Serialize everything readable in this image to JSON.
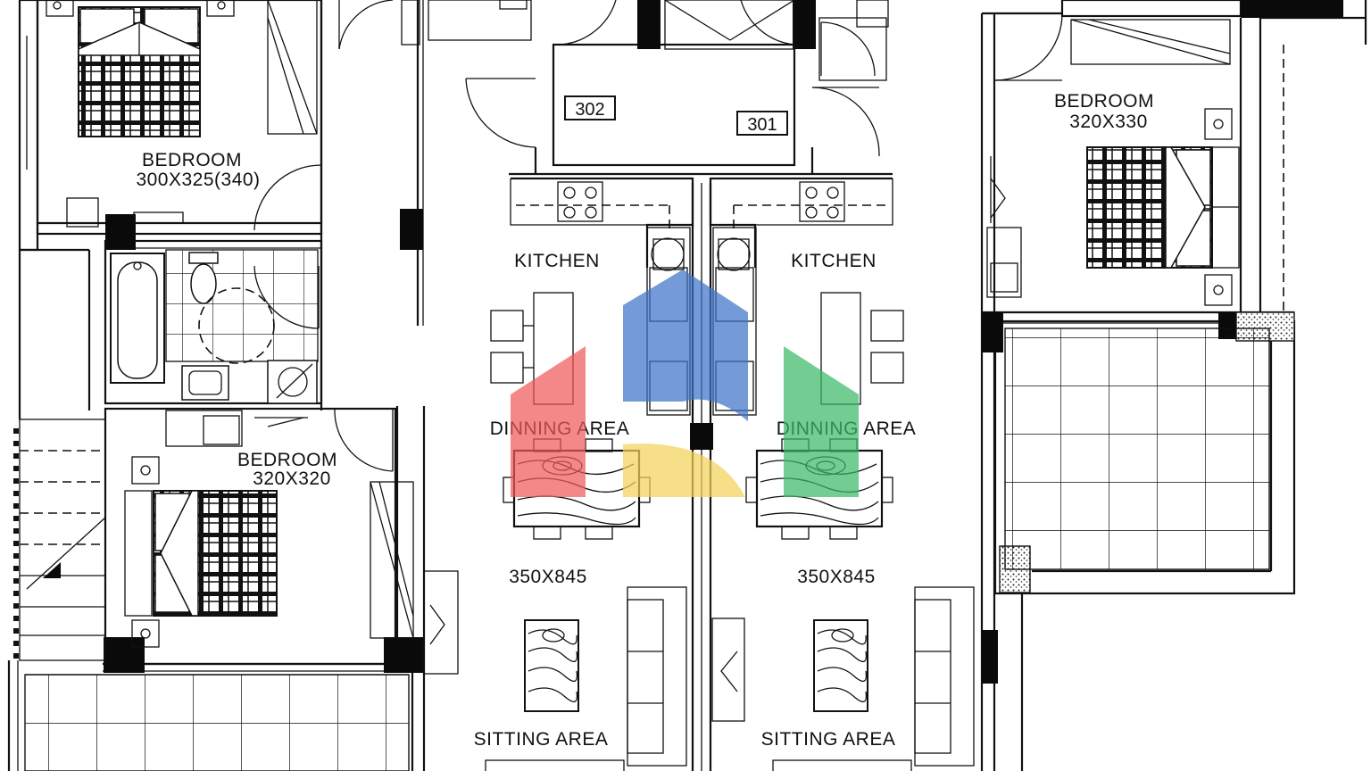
{
  "rooms": {
    "bedroom_top_left": {
      "name": "BEDROOM",
      "size": "300X325(340)"
    },
    "bedroom_mid_left": {
      "name": "BEDROOM",
      "size": "320X320"
    },
    "bedroom_right": {
      "name": "BEDROOM",
      "size": "320X330"
    },
    "kitchen_left": {
      "name": "KITCHEN"
    },
    "kitchen_right": {
      "name": "KITCHEN"
    },
    "dinning_left": {
      "name": "DINNING AREA"
    },
    "dinning_right": {
      "name": "DINNING AREA"
    },
    "size_left": "350X845",
    "size_right": "350X845",
    "sitting_left": {
      "name": "SITTING AREA"
    },
    "sitting_right": {
      "name": "SITTING AREA"
    }
  },
  "units": {
    "left": "302",
    "right": "301"
  },
  "logo": {
    "colors": {
      "red": "#f05a5a",
      "blue": "#3f74c8",
      "green": "#3cba6a",
      "yellow": "#f2d25a"
    },
    "opacity": 0.72
  }
}
